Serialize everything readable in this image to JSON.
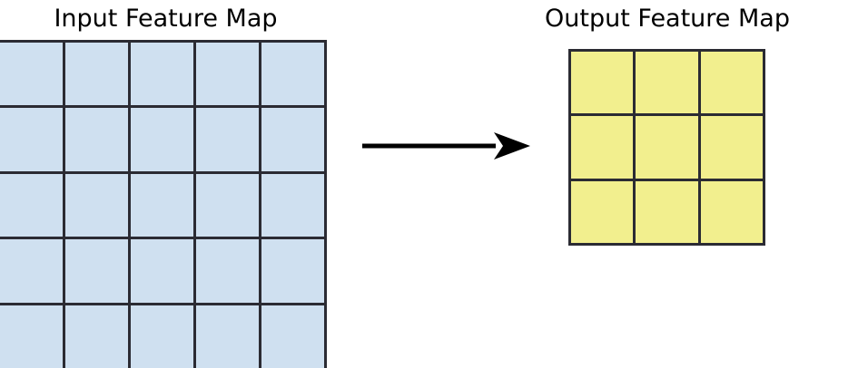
{
  "diagram": {
    "title_left": "Input Feature Map",
    "title_right": "Output Feature Map",
    "arrow_icon": "right-arrow-icon",
    "background_color": "#ffffff"
  },
  "chart_data": {
    "type": "diagram",
    "title": "",
    "description": "Convolution / pooling operation mapping a 5x5 input feature map to a 3x3 output feature map",
    "grids": [
      {
        "name": "input-feature-map",
        "label": "Input Feature Map",
        "rows": 5,
        "cols": 5,
        "cell_count": 25,
        "fill_color": "#cfe0f0",
        "border_color": "#2b2b33",
        "cells": [
          [
            "",
            "",
            "",
            "",
            ""
          ],
          [
            "",
            "",
            "",
            "",
            ""
          ],
          [
            "",
            "",
            "",
            "",
            ""
          ],
          [
            "",
            "",
            "",
            "",
            ""
          ],
          [
            "",
            "",
            "",
            "",
            ""
          ]
        ]
      },
      {
        "name": "output-feature-map",
        "label": "Output Feature Map",
        "rows": 3,
        "cols": 3,
        "cell_count": 9,
        "fill_color": "#f2ef8e",
        "border_color": "#2b2b33",
        "cells": [
          [
            "",
            "",
            ""
          ],
          [
            "",
            "",
            ""
          ],
          [
            "",
            "",
            ""
          ]
        ]
      }
    ],
    "connector": {
      "type": "arrow",
      "direction": "right",
      "from": "input-feature-map",
      "to": "output-feature-map",
      "color": "#000000",
      "label": ""
    }
  }
}
